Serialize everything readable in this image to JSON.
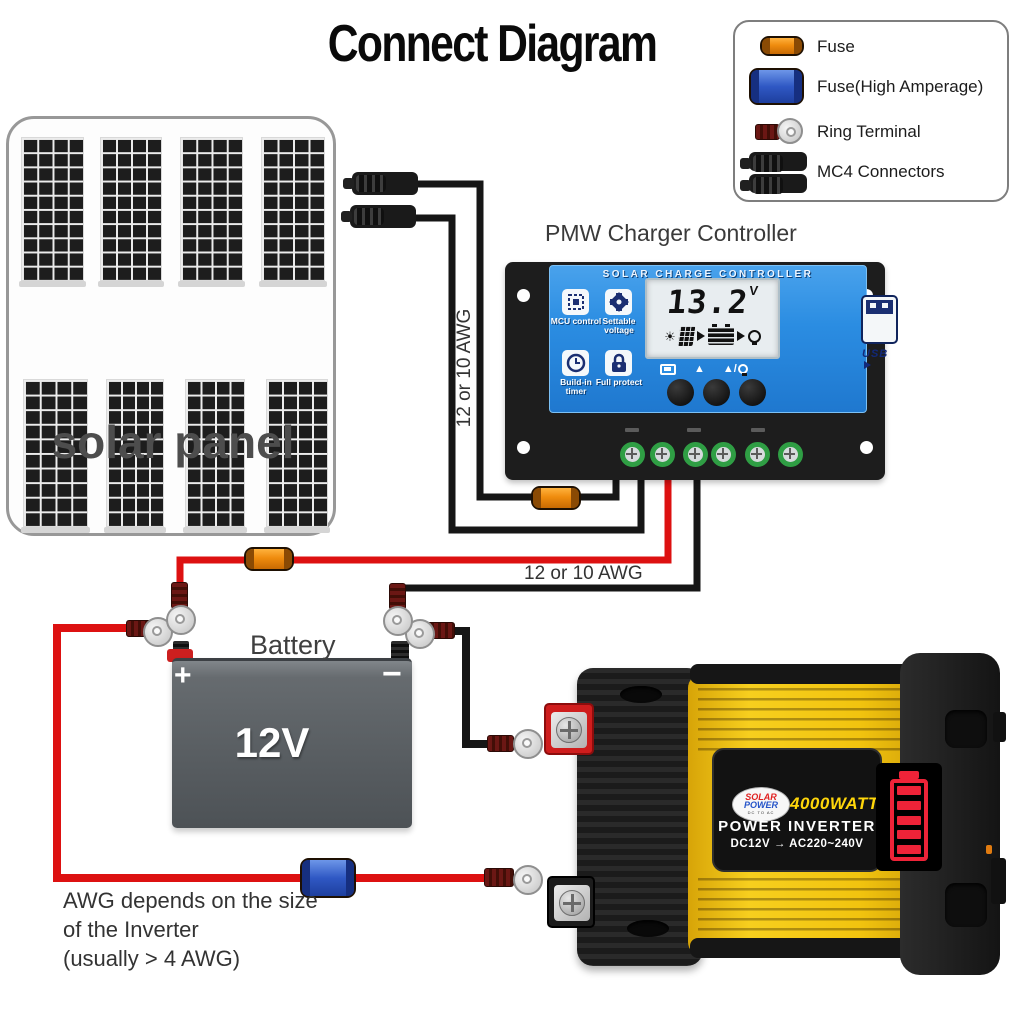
{
  "title": "Connect Diagram",
  "legend": {
    "items": [
      {
        "icon": "fuse-orange-icon",
        "label": "Fuse"
      },
      {
        "icon": "fuse-blue-icon",
        "label": "Fuse(High Amperage)"
      },
      {
        "icon": "ring-terminal-icon",
        "label": "Ring Terminal"
      },
      {
        "icon": "mc4-connectors-icon",
        "label": "MC4 Connectors"
      }
    ]
  },
  "solar_panel": {
    "label": "solar panel"
  },
  "controller": {
    "title": "PMW Charger Controller",
    "header": "SOLAR CHARGE CONTROLLER",
    "features": [
      {
        "icon": "chip-icon",
        "label": "MCU control"
      },
      {
        "icon": "gear-icon",
        "label": "Settable voltage"
      },
      {
        "icon": "clock-icon",
        "label": "Build-in timer"
      },
      {
        "icon": "lock-icon",
        "label": "Full protect"
      }
    ],
    "lcd": {
      "voltage": "13.2",
      "unit": "V"
    },
    "buttons": {
      "triangle": "▲",
      "combo": "▲/"
    },
    "usb_label": "USB"
  },
  "battery": {
    "label": "Battery",
    "voltage": "12V",
    "plus": "+",
    "minus": "−"
  },
  "inverter": {
    "logo_line1": "SOLAR",
    "logo_line2": "POWER",
    "logo_sub": "DC TO AC",
    "watt": "4000WATT",
    "name": "POWER INVERTER",
    "spec": "DC12V → AC220~240V"
  },
  "annotations": {
    "awg_vertical": "12 or 10 AWG",
    "awg_horizontal": "12 or 10 AWG",
    "note_line1": "AWG depends on the size",
    "note_line2": "of the Inverter",
    "note_line3": "(usually > 4 AWG)"
  },
  "colors": {
    "wire_red": "#dd1111",
    "wire_black": "#161616",
    "controller_blue": "#2b8de2",
    "inverter_yellow": "#f2c40f",
    "fuse_orange": "#ef8c0e",
    "fuse_blue": "#2f58c4",
    "gauge_red": "#ee2338",
    "terminal_green": "#2f9e44"
  }
}
